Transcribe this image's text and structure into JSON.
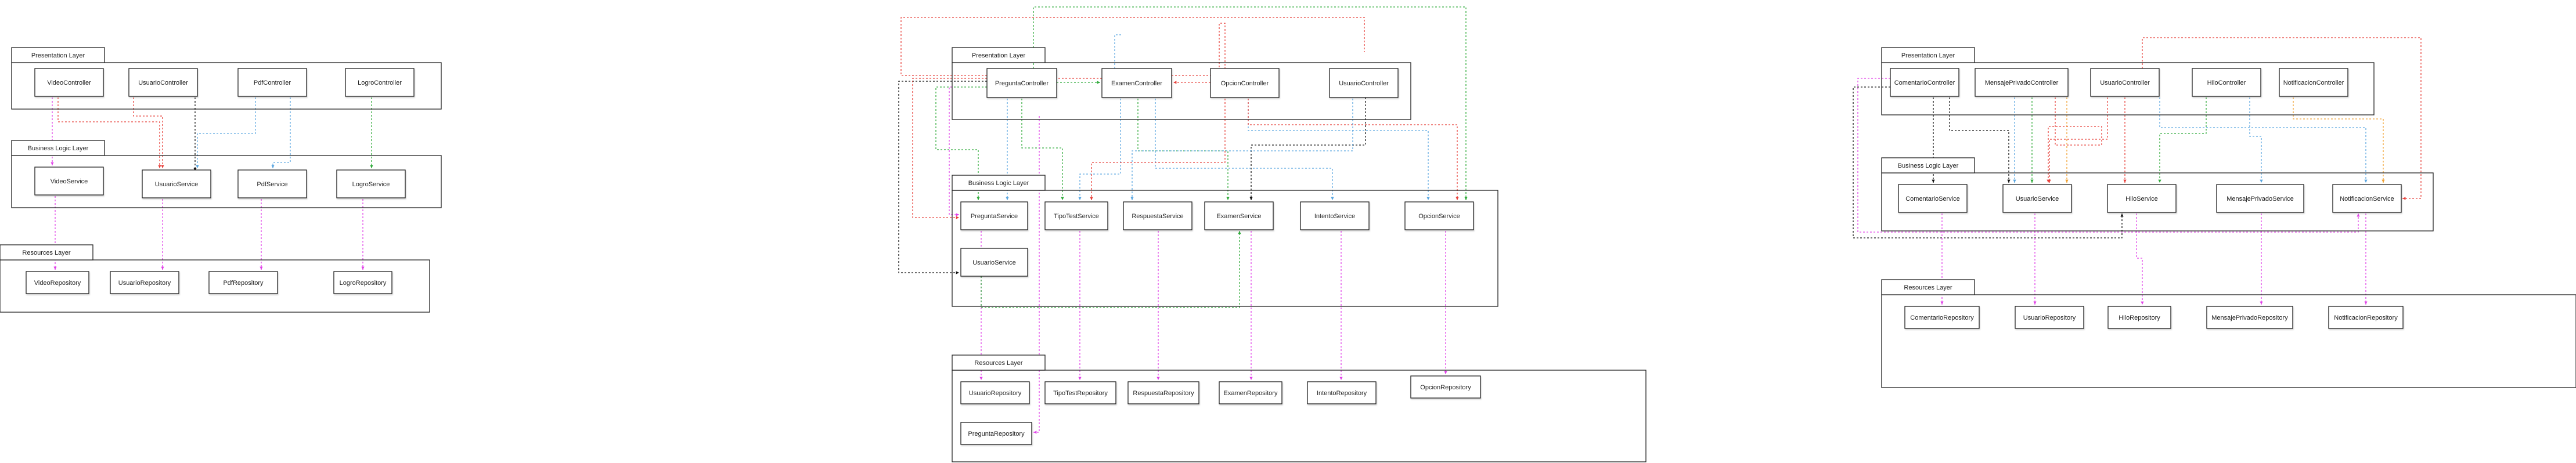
{
  "diagrams": [
    {
      "layers": [
        {
          "title": "Presentation Layer",
          "components": [
            "VideoController",
            "UsuarioController",
            "PdfController",
            "LogroController"
          ]
        },
        {
          "title": "Business Logic Layer",
          "components": [
            "VideoService",
            "UsuarioService",
            "PdfService",
            "LogroService"
          ]
        },
        {
          "title": "Resources Layer",
          "components": [
            "VideoRepository",
            "UsuarioRepository",
            "PdfRepository",
            "LogroRepository"
          ]
        }
      ]
    },
    {
      "layers": [
        {
          "title": "Presentation Layer",
          "components": [
            "PreguntaController",
            "ExamenController",
            "OpcionController",
            "UsuarioController"
          ]
        },
        {
          "title": "Business Logic Layer",
          "components": [
            "PreguntaService",
            "TipoTestService",
            "RespuestaService",
            "ExamenService",
            "IntentoService",
            "OpcionService",
            "UsuarioService"
          ]
        },
        {
          "title": "Resources Layer",
          "components": [
            "UsuarioRepository",
            "TipoTestRepository",
            "RespuestaRepository",
            "ExamenRepository",
            "IntentoRepository",
            "OpcionRepository",
            "PreguntaRepository"
          ]
        }
      ]
    },
    {
      "layers": [
        {
          "title": "Presentation Layer",
          "components": [
            "ComentarioController",
            "MensajePrivadoController",
            "UsuarioController",
            "HiloController",
            "NotificacionController"
          ]
        },
        {
          "title": "Business Logic Layer",
          "components": [
            "ComentarioService",
            "UsuarioService",
            "HiloService",
            "MensajePrivadoService",
            "NotificacionService"
          ]
        },
        {
          "title": "Resources Layer",
          "components": [
            "ComentarioRepository",
            "UsuarioRepository",
            "HiloRepository",
            "MensajePrivadoRepository",
            "NotificacionRepository"
          ]
        }
      ]
    }
  ],
  "edge_colors": {
    "red": "#e8403a",
    "magenta": "#e040e8",
    "green": "#2faa3a",
    "blue": "#5aa6e0",
    "black": "#111111",
    "orange": "#f0a030"
  }
}
